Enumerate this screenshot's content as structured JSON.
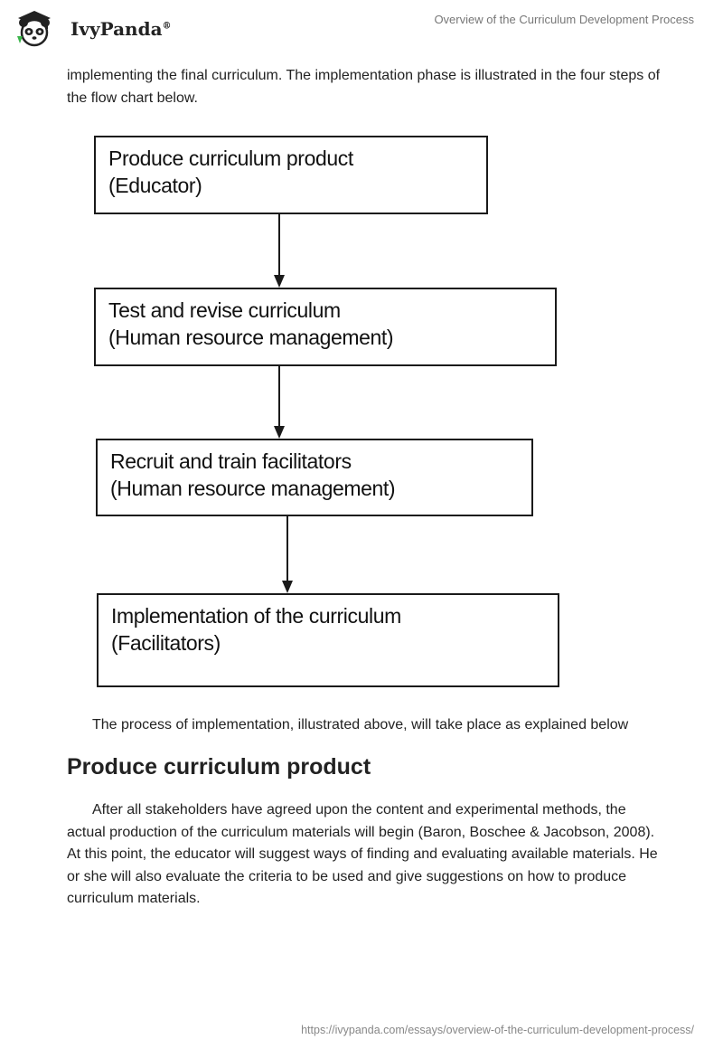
{
  "header": {
    "brand": "IvyPanda",
    "trademark": "®",
    "running_title": "Overview of the Curriculum Development Process"
  },
  "intro_text": "implementing the final curriculum. The implementation phase is illustrated in the four steps of the flow chart below.",
  "flowchart": {
    "steps": [
      {
        "line1": "Produce curriculum product",
        "line2": "(Educator)"
      },
      {
        "line1": "Test and revise curriculum",
        "line2": "(Human resource management)"
      },
      {
        "line1": "Recruit and train facilitators",
        "line2": "(Human resource management)"
      },
      {
        "line1": "Implementation of the curriculum",
        "line2": "(Facilitators)"
      }
    ]
  },
  "after_chart_text": "The process of implementation, illustrated above, will take place as explained below",
  "section": {
    "heading": "Produce curriculum product",
    "body": "After all stakeholders have agreed upon the content and experimental methods, the actual production of the curriculum materials will begin (Baron, Boschee & Jacobson, 2008). At this point, the educator will suggest ways of finding and evaluating available materials. He or she will also evaluate the criteria to be used and give suggestions on how to produce curriculum materials."
  },
  "footer": {
    "url": "https://ivypanda.com/essays/overview-of-the-curriculum-development-process/"
  }
}
